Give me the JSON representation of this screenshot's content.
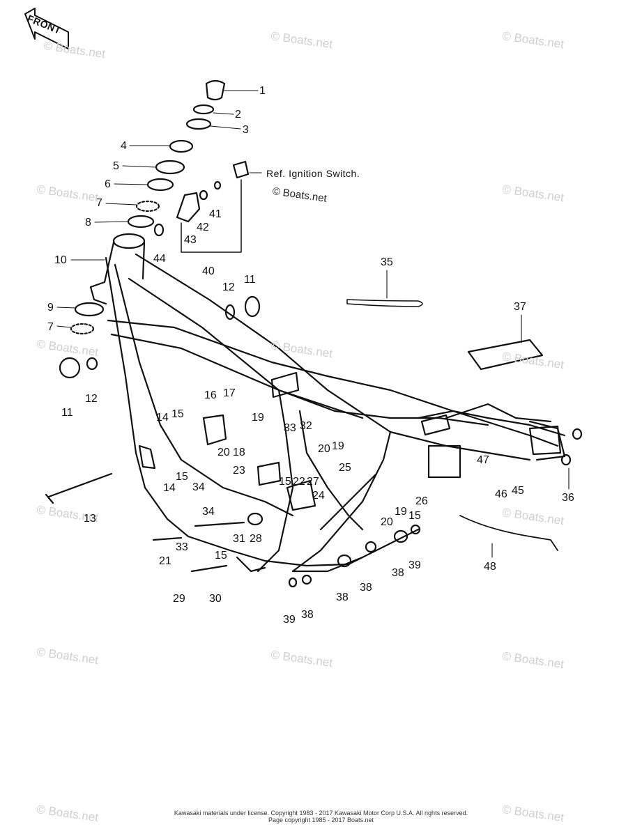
{
  "front_label": "FRONT",
  "ref_note": "Ref.  Ignition Switch.",
  "watermark_text": "© Boats.net",
  "copyright_lines": [
    "Kawasaki materials under license. Copyright 1983 - 2017 Kawasaki Motor Corp U.S.A. All rights reserved.",
    "Page copyright 1985 - 2017 Boats.net"
  ],
  "part_labels": [
    "1",
    "2",
    "3",
    "4",
    "5",
    "6",
    "7",
    "8",
    "10",
    "9",
    "7",
    "11",
    "12",
    "44",
    "43",
    "42",
    "41",
    "40",
    "12",
    "11",
    "35",
    "37",
    "13",
    "14",
    "15",
    "16",
    "17",
    "19",
    "20",
    "18",
    "14",
    "15",
    "34",
    "23",
    "15",
    "22",
    "27",
    "24",
    "33",
    "32",
    "20",
    "19",
    "25",
    "34",
    "33",
    "21",
    "31",
    "28",
    "15",
    "29",
    "30",
    "20",
    "19",
    "15",
    "26",
    "47",
    "46",
    "45",
    "36",
    "39",
    "38",
    "38",
    "38",
    "39",
    "48"
  ]
}
